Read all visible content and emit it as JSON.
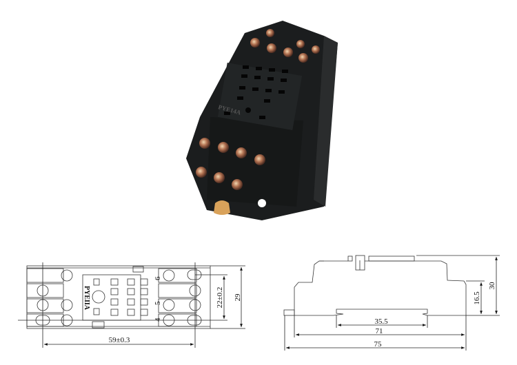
{
  "photo": {
    "embossed_label": "PYE14A"
  },
  "top_view": {
    "body_label": "PYEIIA",
    "terminal_numbers": [
      "6",
      "5",
      "4"
    ],
    "dimensions": {
      "width": "59±0.3",
      "pin_spacing": "22±0.2",
      "height": "29"
    }
  },
  "side_view": {
    "dimensions": {
      "rail": "35.5",
      "base": "71",
      "overall": "75",
      "height": "30",
      "rail_height": "16.5"
    }
  }
}
